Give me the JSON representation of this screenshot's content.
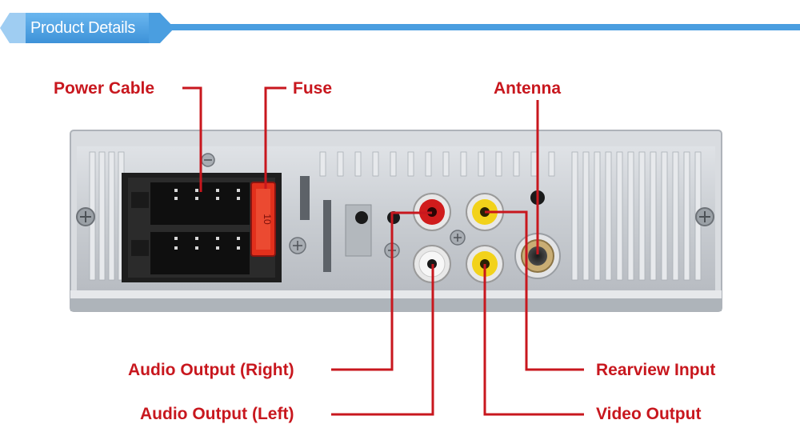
{
  "header": {
    "title": "Product Details"
  },
  "labels": {
    "power_cable": "Power Cable",
    "fuse": "Fuse",
    "antenna": "Antenna",
    "audio_output_right": "Audio Output (Right)",
    "audio_output_left": "Audio Output (Left)",
    "rearview_input": "Rearview Input",
    "video_output": "Video Output"
  },
  "fuse_marking": "10",
  "colors": {
    "banner_blue": "#4a9ee0",
    "callout_red": "#c8171e",
    "rca_red": "#d01c1c",
    "rca_yellow": "#f2d21a",
    "rca_white": "#f2f2f2",
    "fuse_red": "#e2301c",
    "panel_gray": "#c9cdd2"
  }
}
